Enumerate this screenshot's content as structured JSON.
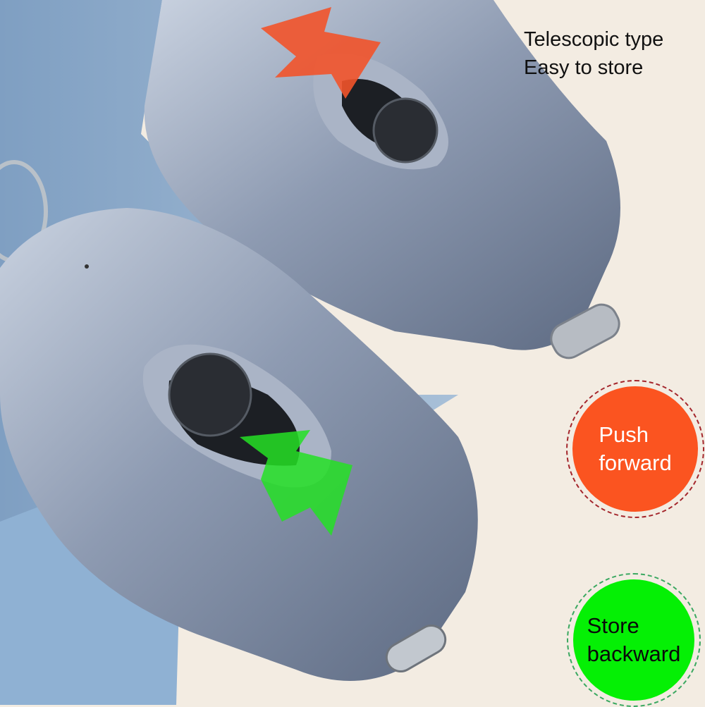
{
  "caption": {
    "line1": "Telescopic type",
    "line2": "Easy to store"
  },
  "badges": {
    "push": {
      "line1": "Push",
      "line2": "forward",
      "color": "#fb5420",
      "ring": "#a4262c",
      "text_color": "#ffffff"
    },
    "store": {
      "line1": "Store",
      "line2": "backward",
      "color": "#05f005",
      "ring": "#3aa860",
      "text_color": "#0a0a0a"
    }
  },
  "icons": [
    "orange-arrow-icon",
    "green-arrow-icon"
  ]
}
